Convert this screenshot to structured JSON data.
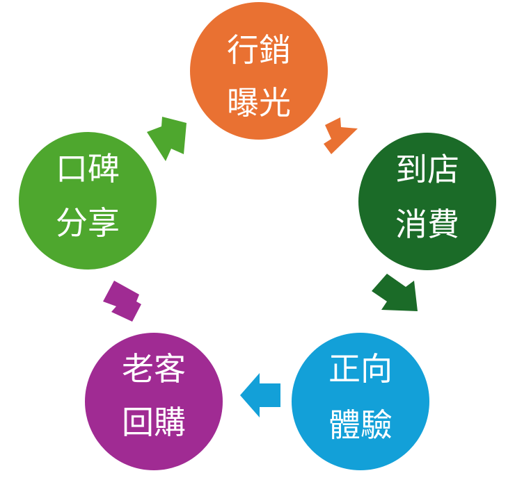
{
  "stages": [
    {
      "id": "exposure",
      "line1": "行銷",
      "line2": "曝光",
      "color": "#E97132"
    },
    {
      "id": "visit",
      "line1": "到店",
      "line2": "消費",
      "color": "#1B6B28"
    },
    {
      "id": "experience",
      "line1": "正向",
      "line2": "體驗",
      "color": "#13A0D8"
    },
    {
      "id": "repurchase",
      "line1": "老客",
      "line2": "回購",
      "color": "#A02B93"
    },
    {
      "id": "referral",
      "line1": "口碑",
      "line2": "分享",
      "color": "#4EA72E"
    }
  ],
  "arrows": [
    {
      "from": "exposure",
      "to": "visit",
      "color": "#E97132"
    },
    {
      "from": "visit",
      "to": "experience",
      "color": "#1B6B28"
    },
    {
      "from": "experience",
      "to": "repurchase",
      "color": "#13A0D8"
    },
    {
      "from": "repurchase",
      "to": "referral",
      "color": "#A02B93"
    },
    {
      "from": "referral",
      "to": "exposure",
      "color": "#4EA72E"
    }
  ]
}
